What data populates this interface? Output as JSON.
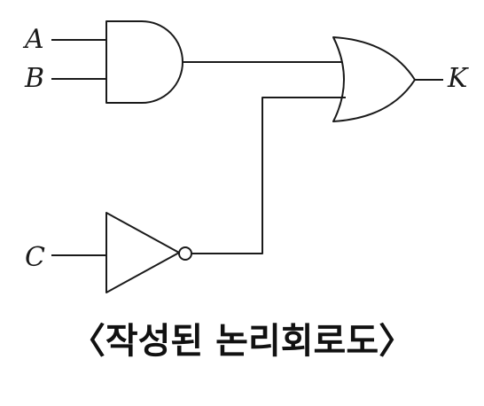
{
  "caption": "〈작성된 논리회로도〉",
  "inputs": {
    "a": "A",
    "b": "B",
    "c": "C"
  },
  "output": "K",
  "gates": [
    "and-gate",
    "or-gate",
    "not-gate"
  ]
}
